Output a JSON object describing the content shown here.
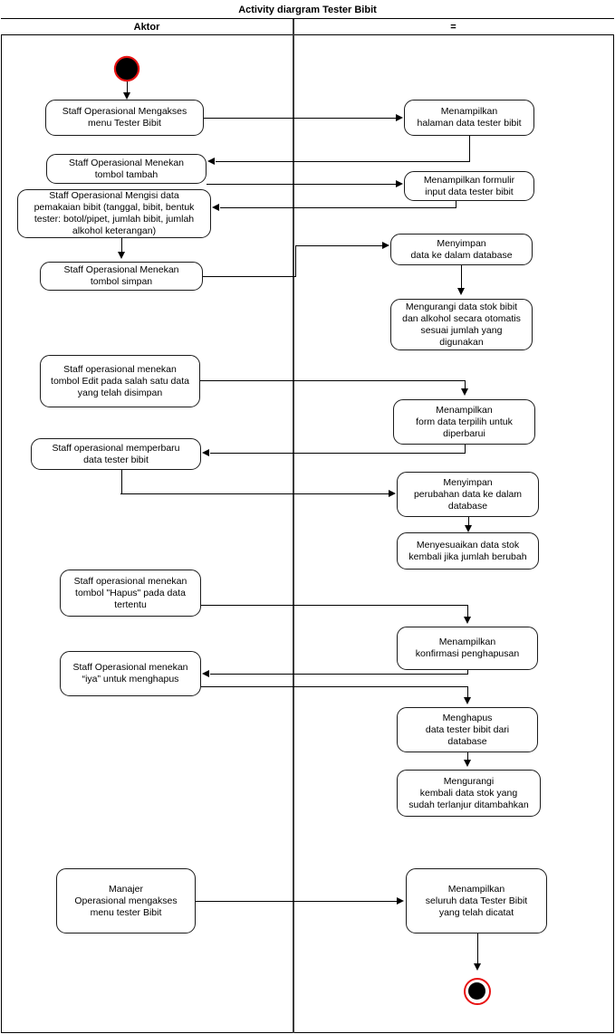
{
  "diagram": {
    "title": "Activity diargram Tester Bibit",
    "lanes": [
      {
        "name": "actor-lane",
        "label": "Aktor"
      },
      {
        "name": "system-lane",
        "label": "="
      }
    ],
    "start_node_label": "start",
    "end_node_label": "end",
    "colors": {
      "node_border": "#1a1a1a",
      "connector": "#000000",
      "start_ring": "#e81313",
      "end_ring": "#e81313",
      "lane_divider": "#3a3a3a",
      "background": "#ffffff"
    }
  },
  "actor_nodes": [
    {
      "id": "a1",
      "label": "Staff Operasional Mengakses\nmenu Tester Bibit"
    },
    {
      "id": "a2",
      "label": "Staff Operasional Menekan\ntombol tambah"
    },
    {
      "id": "a3",
      "label": "Staff Operasional Mengisi data\npemakaian bibit (tanggal, bibit, bentuk\ntester: botol/pipet,  jumlah bibit, jumlah\nalkohol keterangan)"
    },
    {
      "id": "a4",
      "label": "Staff Operasional Menekan\ntombol simpan"
    },
    {
      "id": "a5",
      "label": "Staff operasional menekan\ntombol Edit pada salah satu data\nyang telah disimpan"
    },
    {
      "id": "a6",
      "label": "Staff operasional memperbaru\ndata tester bibit"
    },
    {
      "id": "a7",
      "label": "Staff operasional menekan\ntombol \"Hapus\" pada data\ntertentu"
    },
    {
      "id": "a8",
      "label": "Staff Operasional menekan\n“iya” untuk menghapus"
    },
    {
      "id": "a9",
      "label": "Manajer\nOperasional mengakses\nmenu tester Bibit"
    }
  ],
  "system_nodes": [
    {
      "id": "s1",
      "label": "Menampilkan\nhalaman data tester bibit"
    },
    {
      "id": "s2",
      "label": "Menampilkan formulir\ninput data tester bibit"
    },
    {
      "id": "s3",
      "label": "Menyimpan\ndata ke dalam database"
    },
    {
      "id": "s4",
      "label": "Mengurangi data stok bibit\ndan alkohol secara otomatis\nsesuai jumlah yang\ndigunakan"
    },
    {
      "id": "s5",
      "label": "Menampilkan\nform data terpilih untuk\ndiperbarui"
    },
    {
      "id": "s6",
      "label": "Menyimpan\nperubahan data ke dalam\ndatabase"
    },
    {
      "id": "s7",
      "label": "Menyesuaikan data stok\nkembali jika jumlah berubah"
    },
    {
      "id": "s8",
      "label": "Menampilkan\nkonfirmasi penghapusan"
    },
    {
      "id": "s9",
      "label": "Menghapus\ndata tester bibit  dari\ndatabase"
    },
    {
      "id": "s10",
      "label": "Mengurangi\nkembali data stok yang\nsudah terlanjur ditambahkan"
    },
    {
      "id": "s11",
      "label": "Menampilkan\nseluruh data Tester Bibit\nyang telah dicatat"
    }
  ]
}
